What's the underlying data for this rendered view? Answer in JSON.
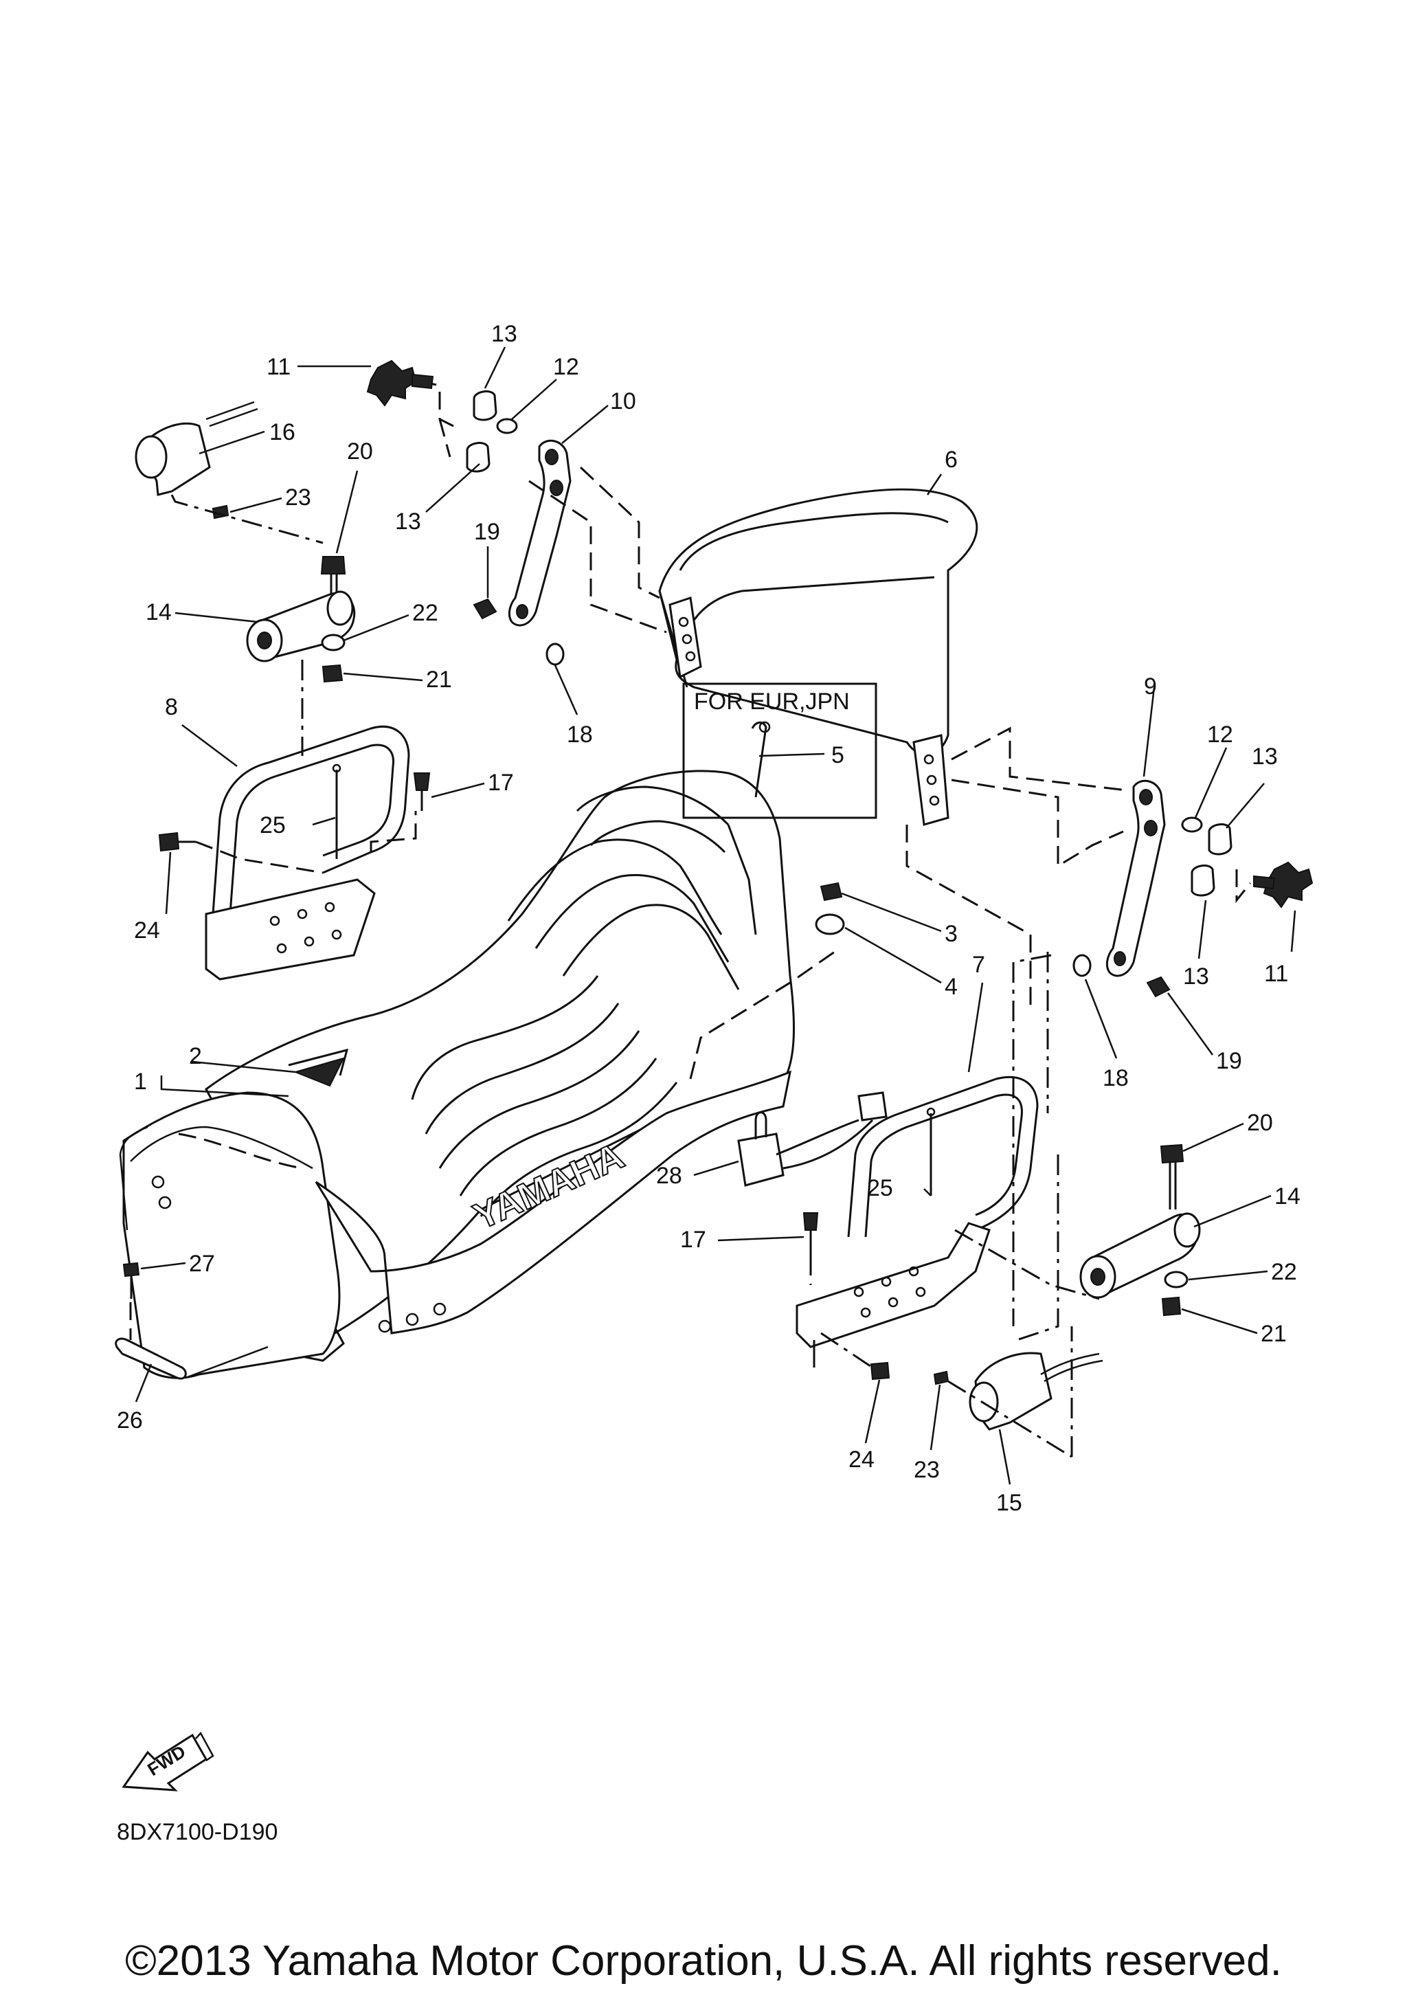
{
  "diagram": {
    "callouts": [
      "1",
      "2",
      "3",
      "4",
      "5",
      "6",
      "7",
      "8",
      "9",
      "10",
      "11",
      "12",
      "13",
      "14",
      "15",
      "16",
      "17",
      "18",
      "19",
      "20",
      "21",
      "22",
      "23",
      "24",
      "25",
      "26",
      "27",
      "28"
    ],
    "region_label": "FOR EUR,JPN",
    "seat_brand": "YAMAHA",
    "fwd_label": "FWD",
    "drawing_code": "8DX7100-D190"
  },
  "footer": {
    "copyright": "©2013 Yamaha Motor Corporation, U.S.A. All rights reserved."
  }
}
